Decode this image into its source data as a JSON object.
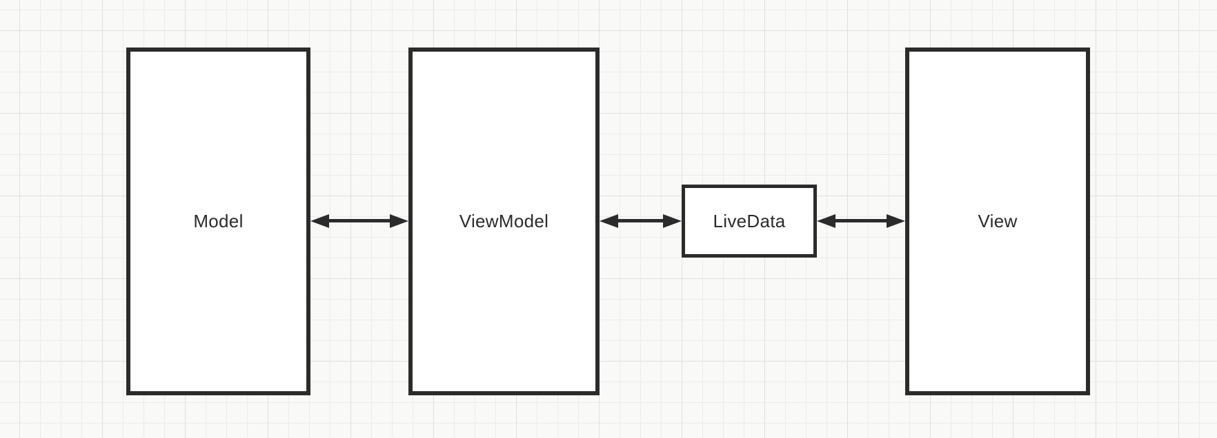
{
  "diagram": {
    "type": "architecture-diagram",
    "pattern": "MVVM with LiveData",
    "nodes": [
      {
        "id": "model",
        "label": "Model"
      },
      {
        "id": "viewmodel",
        "label": "ViewModel"
      },
      {
        "id": "livedata",
        "label": "LiveData"
      },
      {
        "id": "view",
        "label": "View"
      }
    ],
    "edges": [
      {
        "from": "Model",
        "to": "ViewModel",
        "direction": "bidirectional"
      },
      {
        "from": "ViewModel",
        "to": "LiveData",
        "direction": "bidirectional"
      },
      {
        "from": "LiveData",
        "to": "View",
        "direction": "bidirectional"
      }
    ],
    "colors": {
      "stroke": "#2b2b2b",
      "node_fill": "#ffffff",
      "canvas_background": "#f9f9f8",
      "grid_minor": "#ececec",
      "grid_major": "#dfdfdf"
    }
  }
}
